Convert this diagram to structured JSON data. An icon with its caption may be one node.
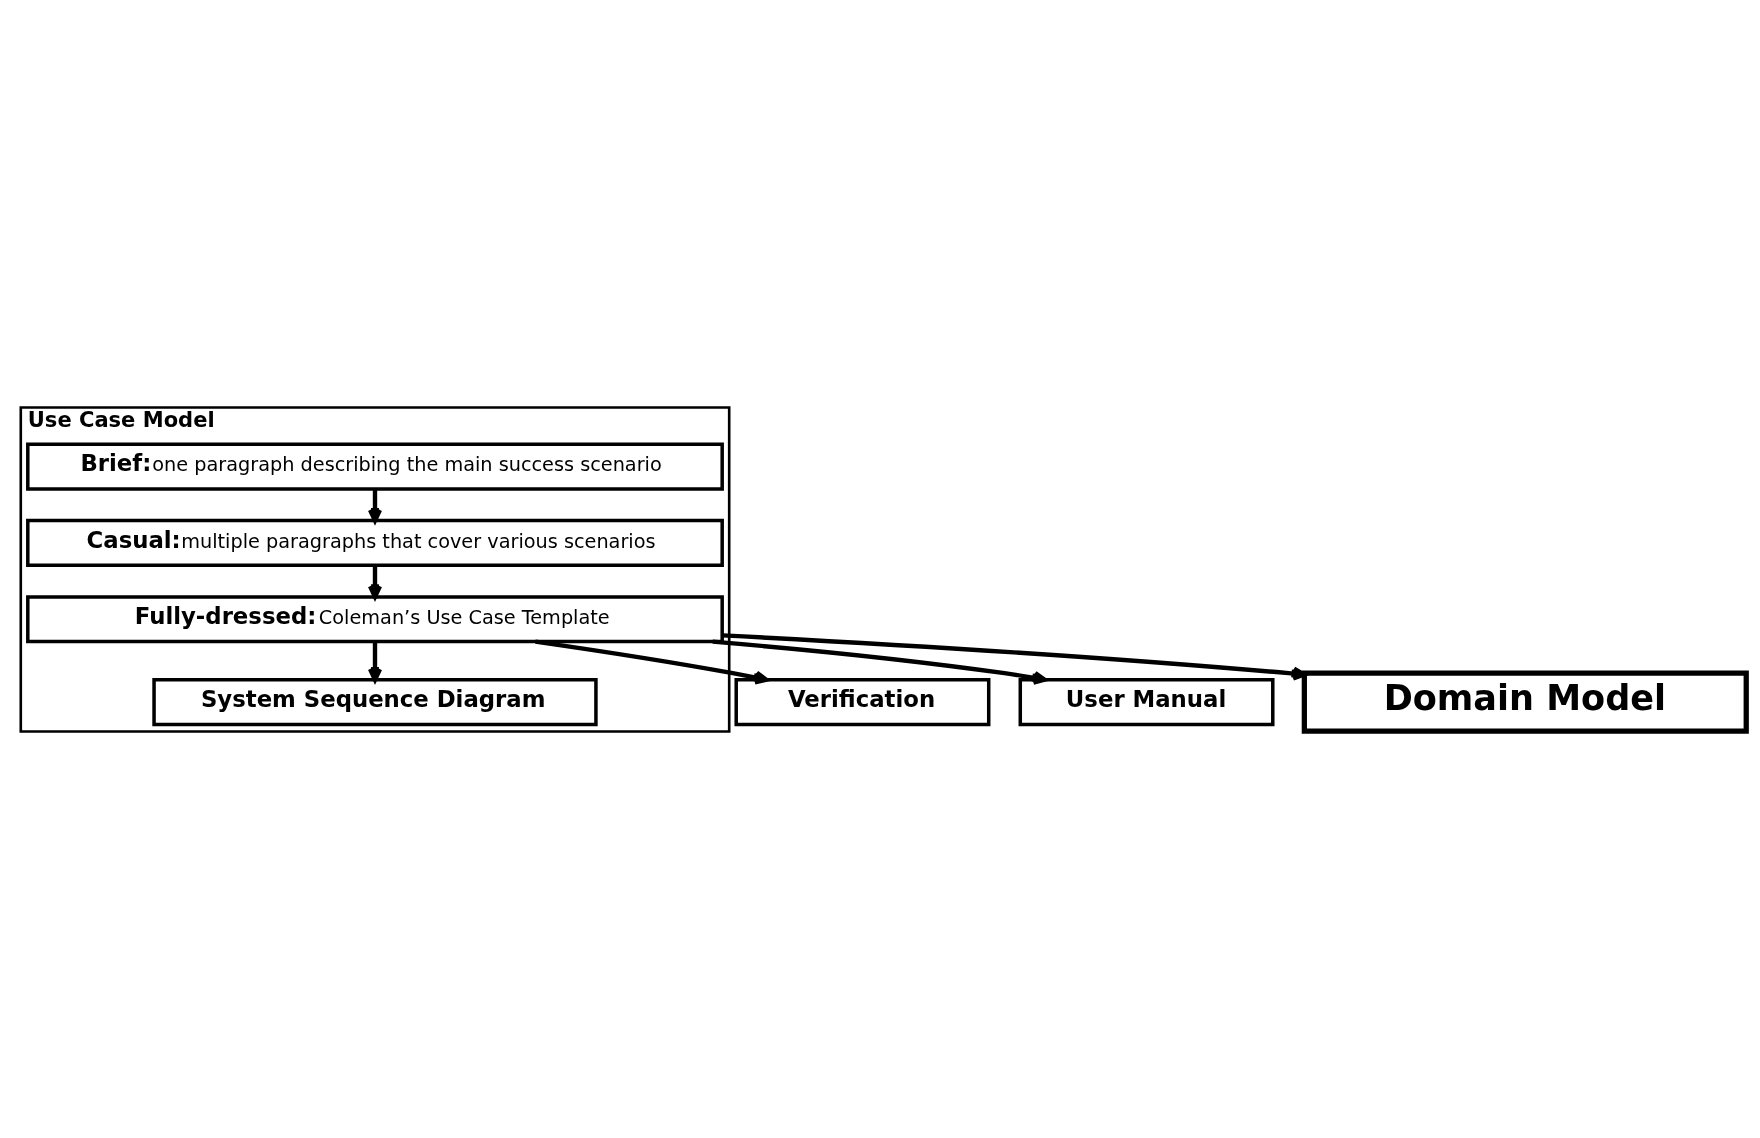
{
  "diagram": {
    "nodes": [
      {
        "text": [
          "Use Case Model"
        ]
      },
      {
        "text": [
          "Brief:",
          "one paragraph describing the main success scenario"
        ],
        "in": 0
      },
      {
        "text": [
          "Casual:",
          "multiple paragraphs that cover various scenarios"
        ],
        "in": 0
      },
      {
        "text": [
          "Fully-dressed:",
          "Coleman’s Use Case Template"
        ],
        "in": 0
      },
      {
        "text": [
          "System Sequence Diagram"
        ],
        "in": 0
      },
      {
        "text": [
          "Verification"
        ]
      },
      {
        "text": [
          "User Manual"
        ]
      },
      {
        "text": [
          "Domain Model"
        ]
      }
    ],
    "edges": [
      {
        "from": 1,
        "to": 2,
        "arrow": "to"
      },
      {
        "from": 2,
        "to": 3,
        "arrow": "to"
      },
      {
        "from": 3,
        "to": 4,
        "arrow": "to"
      },
      {
        "from": 3,
        "to": 5,
        "arrow": "to"
      },
      {
        "from": 3,
        "to": 6,
        "arrow": "to"
      },
      {
        "from": 3,
        "to": 7,
        "arrow": "to"
      }
    ]
  }
}
